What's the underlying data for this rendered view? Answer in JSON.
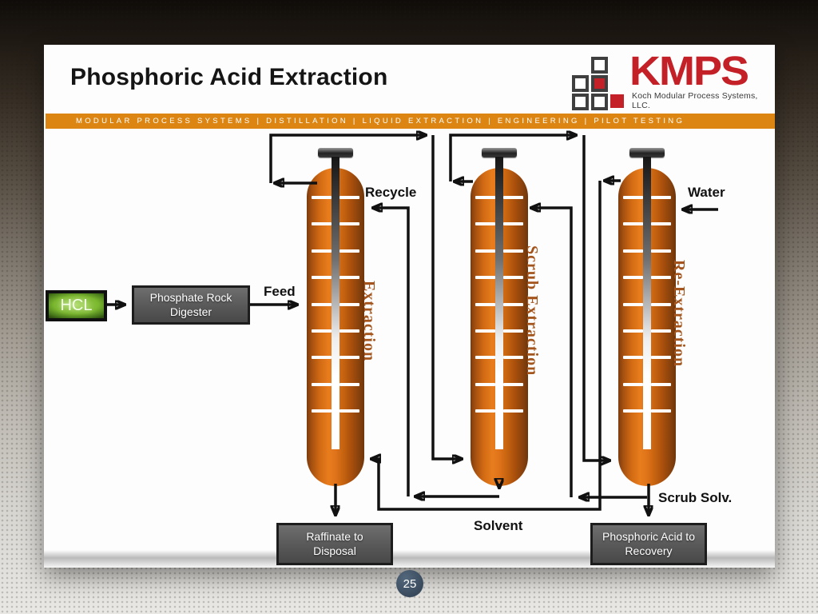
{
  "slide": {
    "title": "Phosphoric Acid Extraction",
    "banner_text": "MODULAR PROCESS SYSTEMS | DISTILLATION | LIQUID EXTRACTION | ENGINEERING | PILOT TESTING",
    "page_number": "25"
  },
  "logo": {
    "acronym": "KMPS",
    "company": "Koch Modular Process Systems, LLC."
  },
  "diagram": {
    "columns": [
      {
        "label": "Extraction"
      },
      {
        "label": "Scrub Extraction"
      },
      {
        "label": "Re-Extraction"
      }
    ],
    "equipment": {
      "hcl": "HCL",
      "digester": "Phosphate Rock Digester",
      "raffinate": "Raffinate to Disposal",
      "recovery": "Phosphoric Acid to Recovery"
    },
    "streams": {
      "recycle": "Recycle",
      "water": "Water",
      "feed": "Feed",
      "solvent": "Solvent",
      "scrub_solvent": "Scrub Solv."
    },
    "colors": {
      "vessel_orange": "#D96F15",
      "column_label_orange": "#A3551D",
      "hcl_green": "#76B82A",
      "equipment_gray": "#595959",
      "banner_orange": "#DC8512",
      "logo_red": "#C32027",
      "page_circle_navy": "#3C4B5C"
    }
  }
}
